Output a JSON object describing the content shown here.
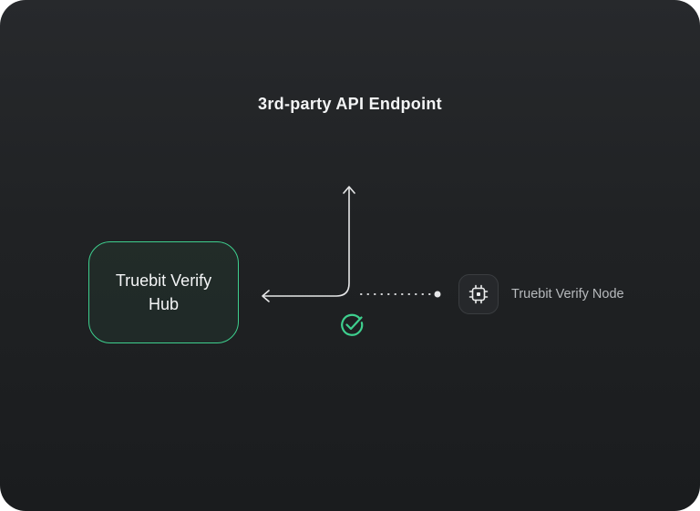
{
  "page": {
    "title": "3rd-party API Endpoint"
  },
  "diagram": {
    "hub": {
      "label": "Truebit Verify Hub"
    },
    "node": {
      "label": "Truebit Verify Node",
      "icon": "chip-icon"
    },
    "status_icon": "check-circle-icon",
    "connectors": {
      "up_arrow_target": "3rd-party API Endpoint",
      "left_arrow_target": "Truebit Verify Hub",
      "dotted_source": "Truebit Verify Node"
    }
  },
  "colors": {
    "accent_green": "#3ecf8e",
    "canvas_top": "#27292c",
    "canvas_bottom": "#1a1c1e",
    "line": "#e6e7e8",
    "muted_text": "#b7babd",
    "hub_fill": "rgba(62,207,142,0.06)"
  }
}
